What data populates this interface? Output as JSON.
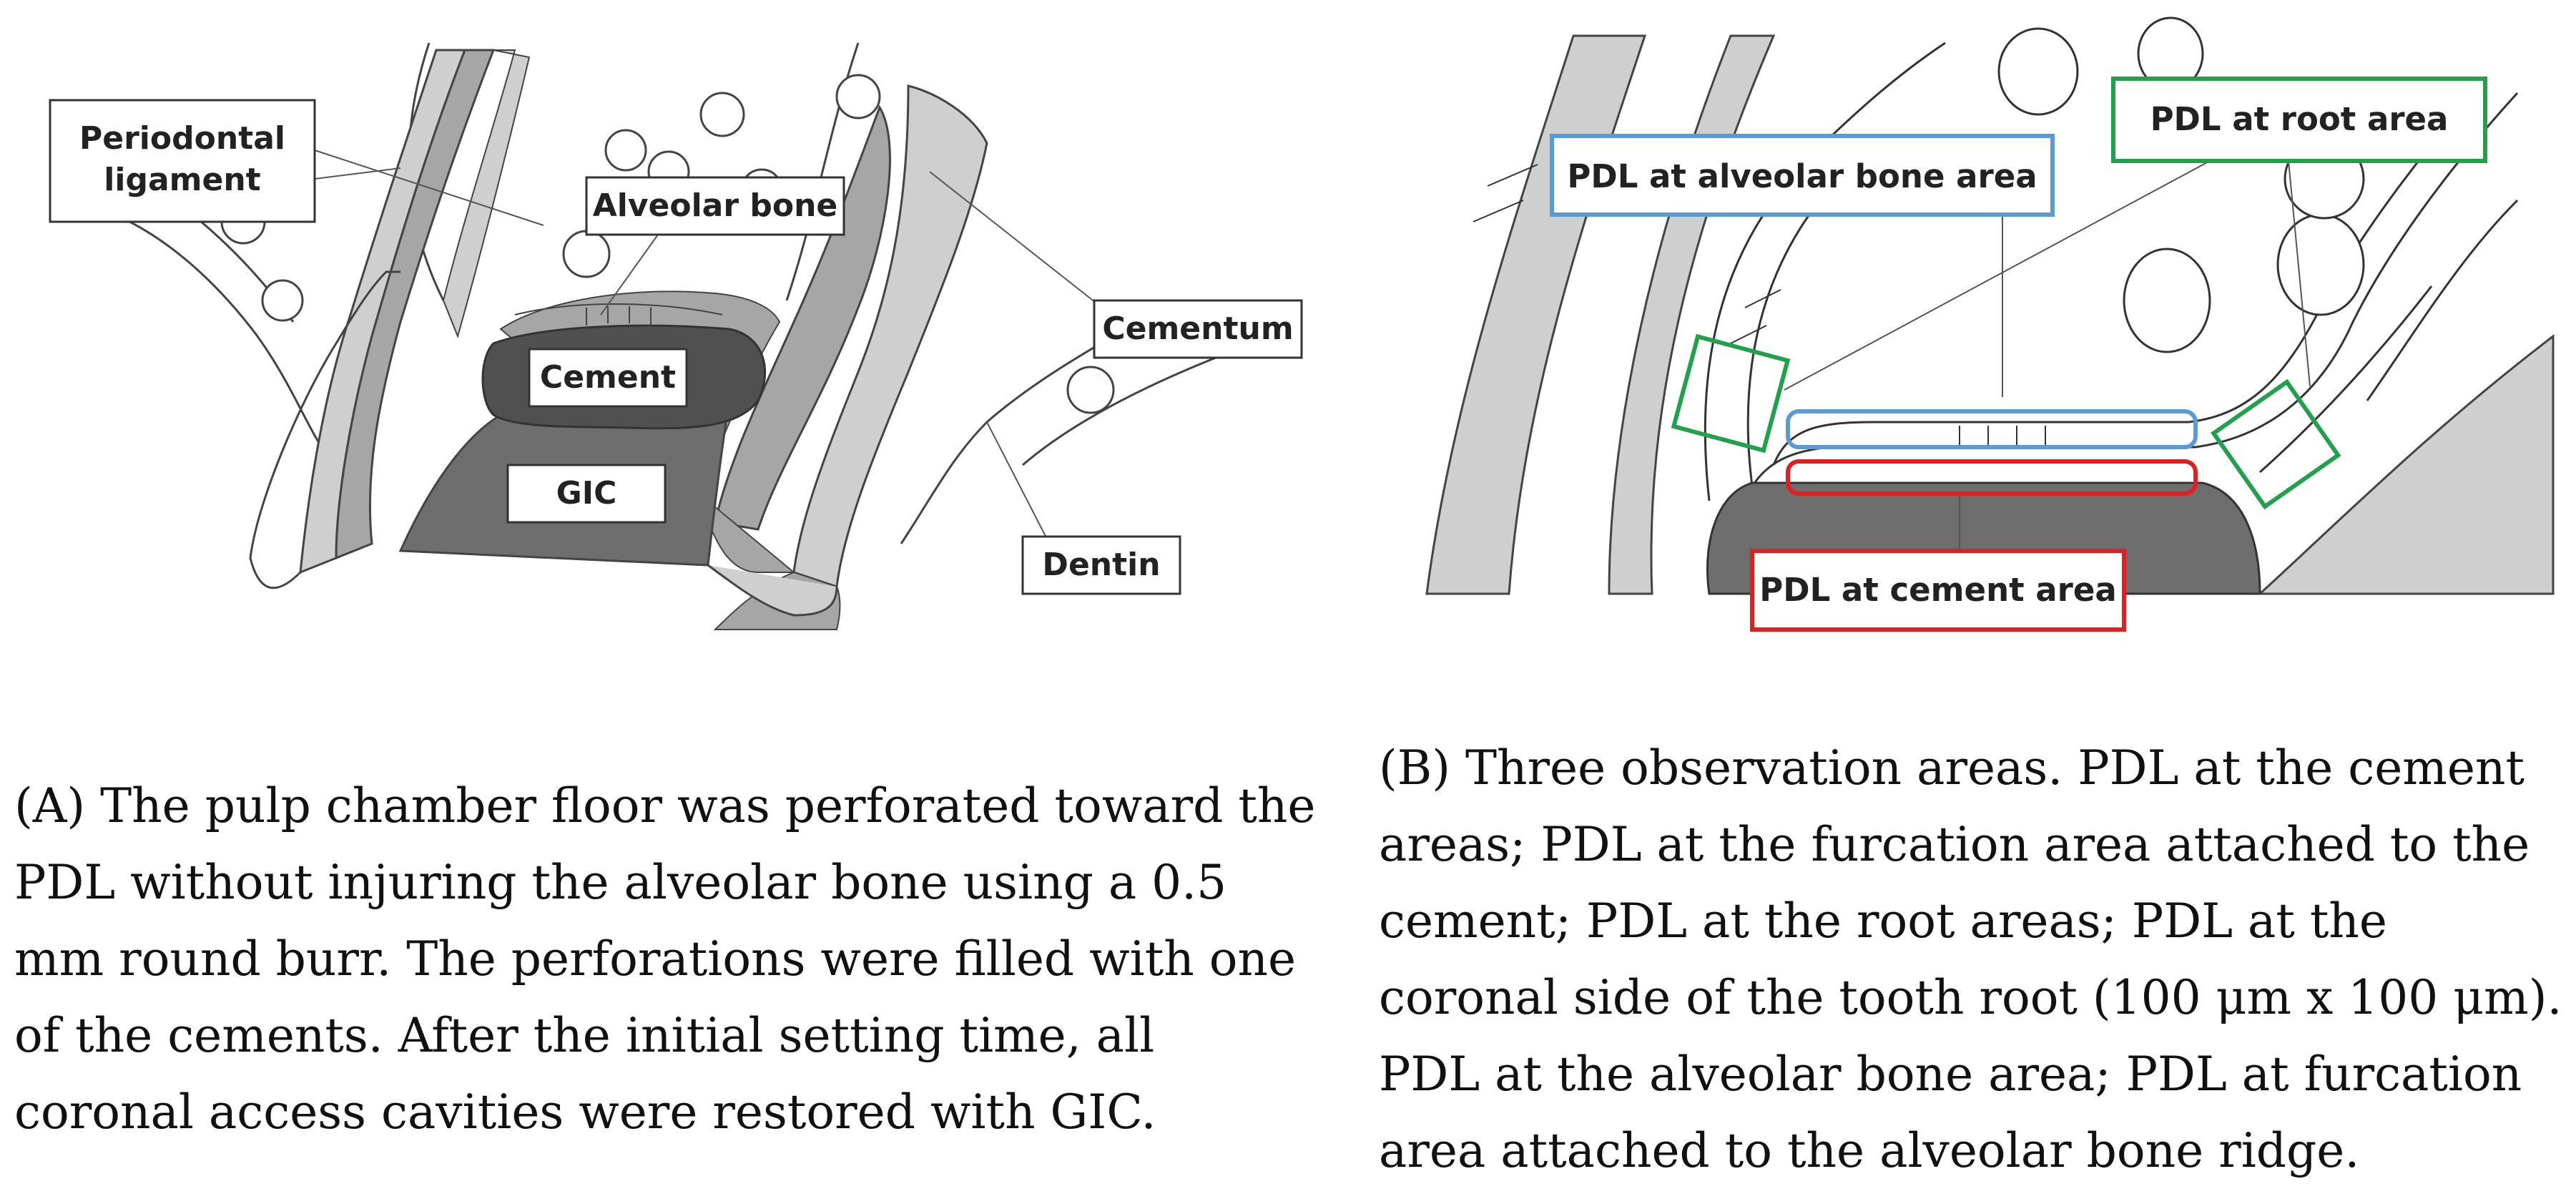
{
  "panel_a": {
    "labels": {
      "periodontal_ligament_1": "Periodontal",
      "periodontal_ligament_2": "ligament",
      "alveolar_bone": "Alveolar bone",
      "cementum": "Cementum",
      "cement": "Cement",
      "gic": "GIC",
      "dentin": "Dentin"
    },
    "caption": "(A) The pulp chamber floor was perforated toward the PDL without injuring the alveolar bone using a 0.5 mm round burr. The perforations were filled with one of the cements. After the initial setting time, all coronal access cavities were restored with GIC."
  },
  "panel_b": {
    "labels": {
      "pdl_alveolar_bone_area": "PDL at alveolar bone area",
      "pdl_root_area": "PDL at root area",
      "pdl_cement_area": "PDL at cement area"
    },
    "caption": "(B) Three observation areas. PDL at the cement areas; PDL at the furcation area attached to the cement; PDL at the root areas; PDL at the coronal side of the tooth root (100 μm x 100 μm). PDL at the alveolar bone area; PDL at furcation area attached to the alveolar bone ridge."
  },
  "colors": {
    "pdl_alveolar_blue": "#5b9bd5",
    "pdl_root_green": "#22a04b",
    "pdl_cement_red": "#e02020",
    "cement_dark": "#505050",
    "gic_gray": "#6e6e6e",
    "dentin_gray": "#a6a6a6",
    "light_gray": "#cfcfcf"
  }
}
